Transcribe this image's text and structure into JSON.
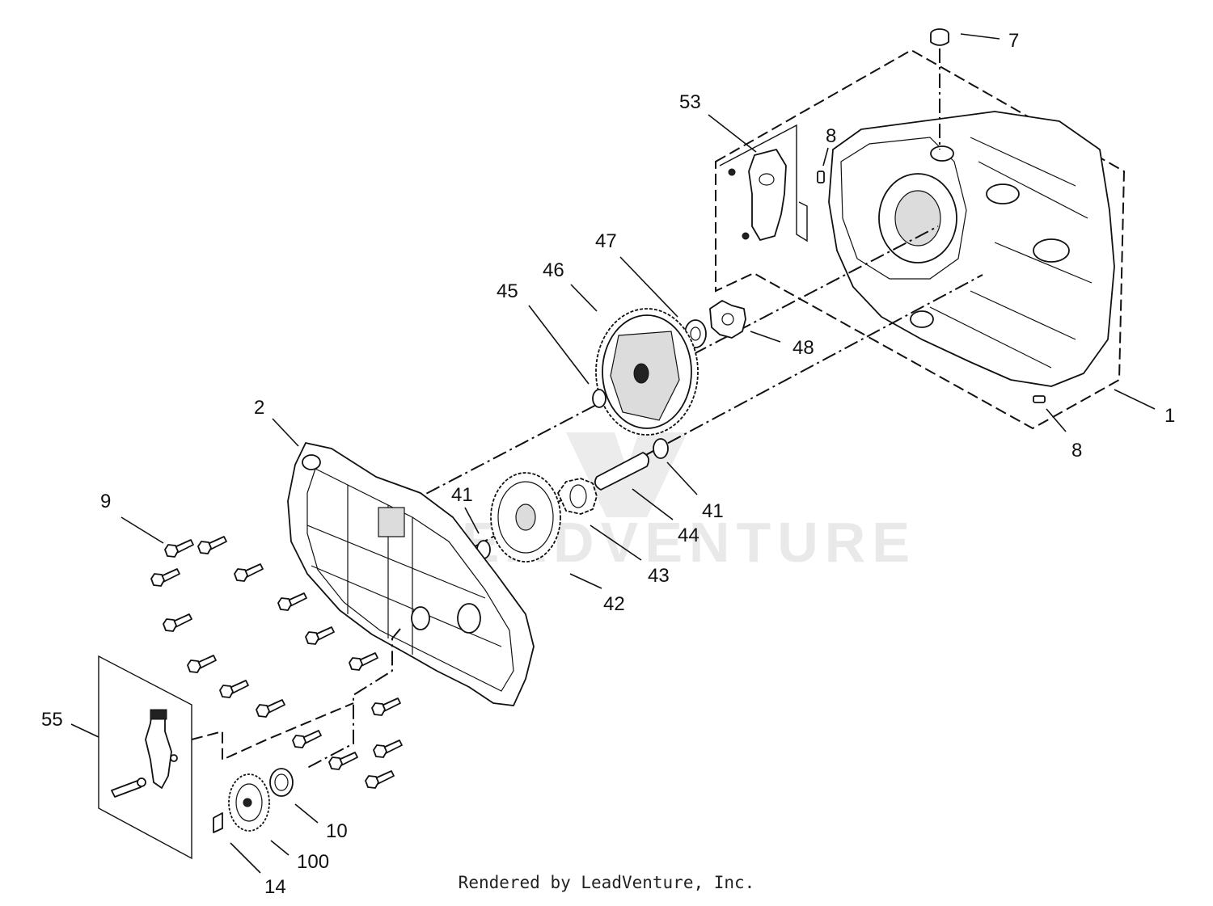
{
  "footer": {
    "text": "Rendered by LeadVenture, Inc."
  },
  "watermark": {
    "text": "LEADVENTURE"
  },
  "callouts": [
    {
      "id": "c7",
      "label": "7"
    },
    {
      "id": "c53",
      "label": "53"
    },
    {
      "id": "c8a",
      "label": "8"
    },
    {
      "id": "c47",
      "label": "47"
    },
    {
      "id": "c46",
      "label": "46"
    },
    {
      "id": "c45",
      "label": "45"
    },
    {
      "id": "c48",
      "label": "48"
    },
    {
      "id": "c1",
      "label": "1"
    },
    {
      "id": "c8b",
      "label": "8"
    },
    {
      "id": "c2",
      "label": "2"
    },
    {
      "id": "c9",
      "label": "9"
    },
    {
      "id": "c41a",
      "label": "41"
    },
    {
      "id": "c41b",
      "label": "41"
    },
    {
      "id": "c44",
      "label": "44"
    },
    {
      "id": "c43",
      "label": "43"
    },
    {
      "id": "c42",
      "label": "42"
    },
    {
      "id": "c55",
      "label": "55"
    },
    {
      "id": "c10",
      "label": "10"
    },
    {
      "id": "c100",
      "label": "100"
    },
    {
      "id": "c14",
      "label": "14"
    }
  ]
}
